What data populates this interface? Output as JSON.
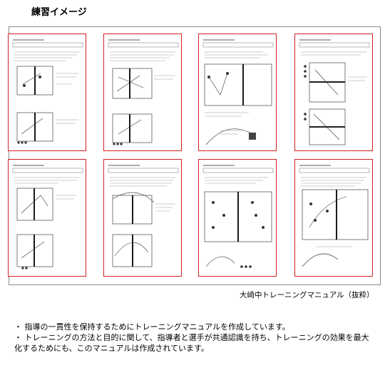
{
  "title": "練習イメージ",
  "caption": "大崎中トレーニングマニュアル（抜粋）",
  "bullets": [
    "・ 指導の一貫性を保持するためにトレーニングマニュアルを作成しています。",
    "・ トレーニングの方法と目的に関して、指導者と選手が共通認識を持ち、トレーニングの効果を最大化するためにも、このマニュアルは作成されています。"
  ],
  "border_color": "#d21f1f"
}
